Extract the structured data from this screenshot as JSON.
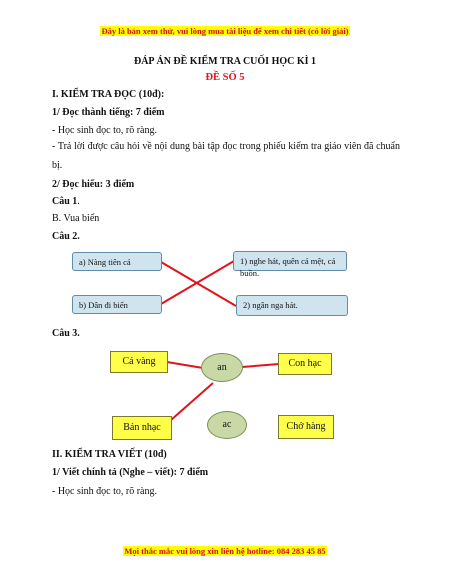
{
  "banner_top": "Đây là bản xem thử, vui lòng mua tài liệu để xem chi tiết (có lời giải)",
  "title": "ĐÁP ÁN ĐỀ KIỂM TRA CUỐI HỌC KÌ 1",
  "subtitle": "ĐỀ SỐ 5",
  "section1": {
    "heading": "I. KIỂM TRA ĐỌC (10đ):",
    "part1_heading": "1/ Đọc thành tiếng: 7 điểm",
    "bullet1": "- Học sinh đọc to, rõ ràng.",
    "bullet2": "- Trả lời được câu hỏi về nội dung bài tập đọc trong phiếu kiểm tra giáo viên đã chuẩn bị.",
    "part2_heading": "2/ Đọc hiểu: 3 điểm",
    "q1_label": "Câu 1",
    "q1_dot": ".",
    "q1_answer": "B. Vua biển",
    "q2_label": "Câu 2.",
    "q2_left": [
      "a) Nàng tiên cá",
      "b) Dân đi biển"
    ],
    "q2_right": [
      "1) nghe hát, quên cá mệt, cá buồn.",
      "2) ngân nga hát."
    ],
    "q3_label": "Câu 3.",
    "q3_left": [
      "Cá vàng",
      "Bản nhạc"
    ],
    "q3_mid": [
      "an",
      "ac"
    ],
    "q3_right": [
      "Con hạc",
      "Chở hàng"
    ]
  },
  "section2": {
    "heading": "II. KIỂM TRA VIẾT (10đ)",
    "part1_heading": "1/ Viết chính tả (Nghe – viết): 7 điểm",
    "bullet1": "- Học sinh đọc to, rõ ràng."
  },
  "banner_bottom": "Mọi thắc mắc vui lòng xin liên hệ hotline: 084 283 45 85",
  "colors": {
    "banner_text": "#d4121b",
    "highlight": "#ffff00",
    "connector": "#e0141c",
    "match_box": "#cfe4ef",
    "word_box": "#ffff4a",
    "oval": "#c9d9a6"
  }
}
